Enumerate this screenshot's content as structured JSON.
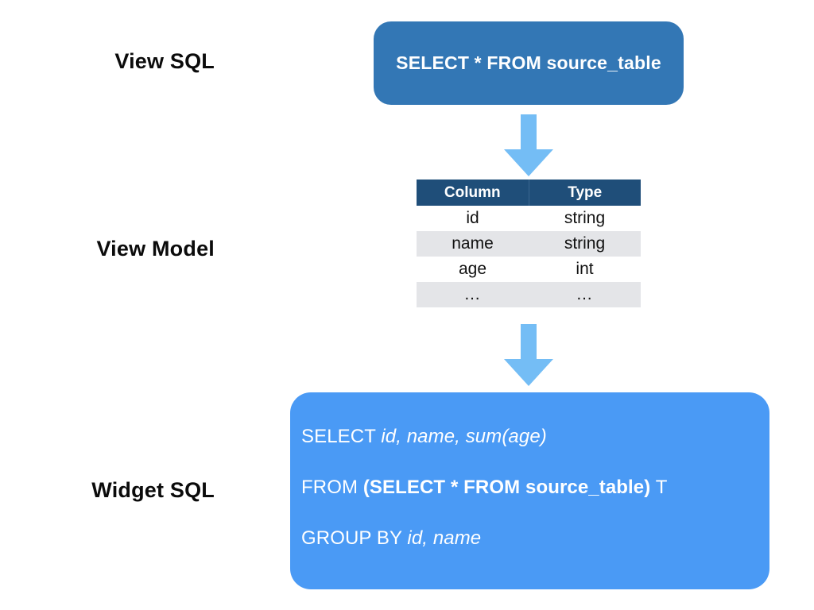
{
  "diagram": {
    "title": "View SQL to View Model to Widget SQL flow",
    "colors": {
      "view_sql_box": "#3377B5",
      "widget_sql_box": "#4A9AF5",
      "arrow": "#74BDF5",
      "table_header": "#1F4E79",
      "table_stripe": "#E4E5E8",
      "background": "#FFFFFF",
      "label_text": "#0B0B0B"
    },
    "labels": {
      "view_sql": "View SQL",
      "view_model": "View Model",
      "widget_sql": "Widget SQL"
    },
    "view_sql": {
      "statement": "SELECT * FROM source_table"
    },
    "view_model": {
      "headers": [
        "Column",
        "Type"
      ],
      "rows": [
        {
          "column": "id",
          "type": "string"
        },
        {
          "column": "name",
          "type": "string"
        },
        {
          "column": "age",
          "type": "int"
        },
        {
          "column": "…",
          "type": "…"
        }
      ]
    },
    "widget_sql": {
      "lines": [
        {
          "parts": [
            {
              "text": "SELECT ",
              "style": "plain"
            },
            {
              "text": "id, name, sum(age)",
              "style": "italic"
            }
          ]
        },
        {
          "parts": [
            {
              "text": "FROM ",
              "style": "plain"
            },
            {
              "text": "(SELECT * FROM source_table)",
              "style": "bold"
            },
            {
              "text": " T",
              "style": "plain"
            }
          ]
        },
        {
          "parts": [
            {
              "text": "GROUP BY ",
              "style": "plain"
            },
            {
              "text": "id, name",
              "style": "italic"
            }
          ]
        }
      ],
      "line_1_keyword": "SELECT ",
      "line_1_columns": "id, name, sum(age)",
      "line_2_keyword": "FROM ",
      "line_2_subquery": "(SELECT * FROM source_table)",
      "line_2_alias": " T",
      "line_3_keyword": "GROUP BY ",
      "line_3_columns": "id, name"
    },
    "arrows": [
      {
        "name": "arrow-view-sql-to-view-model",
        "direction": "down"
      },
      {
        "name": "arrow-view-model-to-widget-sql",
        "direction": "down"
      }
    ]
  }
}
